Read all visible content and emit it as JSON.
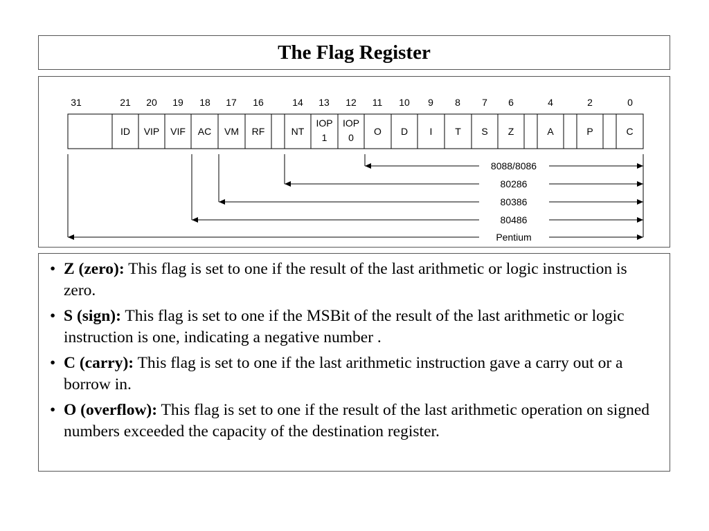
{
  "title": "The Flag Register",
  "register": {
    "bit_numbers": [
      "31",
      "21",
      "20",
      "19",
      "18",
      "17",
      "16",
      "14",
      "13",
      "12",
      "11",
      "10",
      "9",
      "8",
      "7",
      "6",
      "4",
      "2",
      "0"
    ],
    "cells": [
      {
        "label": ""
      },
      {
        "label": "ID"
      },
      {
        "label": "VIP"
      },
      {
        "label": "VIF"
      },
      {
        "label": "AC"
      },
      {
        "label": "VM"
      },
      {
        "label": "RF"
      },
      {
        "label": ""
      },
      {
        "label": "NT"
      },
      {
        "label": "IOP",
        "label2": "1"
      },
      {
        "label": "IOP",
        "label2": "0"
      },
      {
        "label": "O"
      },
      {
        "label": "D"
      },
      {
        "label": "I"
      },
      {
        "label": "T"
      },
      {
        "label": "S"
      },
      {
        "label": "Z"
      },
      {
        "label": ""
      },
      {
        "label": "A"
      },
      {
        "label": ""
      },
      {
        "label": "P"
      },
      {
        "label": ""
      },
      {
        "label": "C"
      }
    ],
    "processors": [
      "8088/8086",
      "80286",
      "80386",
      "80486",
      "Pentium"
    ]
  },
  "notes": [
    {
      "term": "Z (zero):",
      "text": " This flag is set to one if the result of the last arithmetic or logic instruction is zero."
    },
    {
      "term": "S (sign):",
      "text": " This flag is set to one if the MSBit of the result of the last arithmetic or logic instruction is one, indicating a negative number ."
    },
    {
      "term": "C (carry):",
      "text": " This flag is set to one if the last arithmetic instruction gave a carry out or a borrow in."
    },
    {
      "term": "O (overflow):",
      "text": " This flag is set to one if the result of the last arithmetic operation on signed numbers exceeded the capacity of the destination register."
    }
  ]
}
